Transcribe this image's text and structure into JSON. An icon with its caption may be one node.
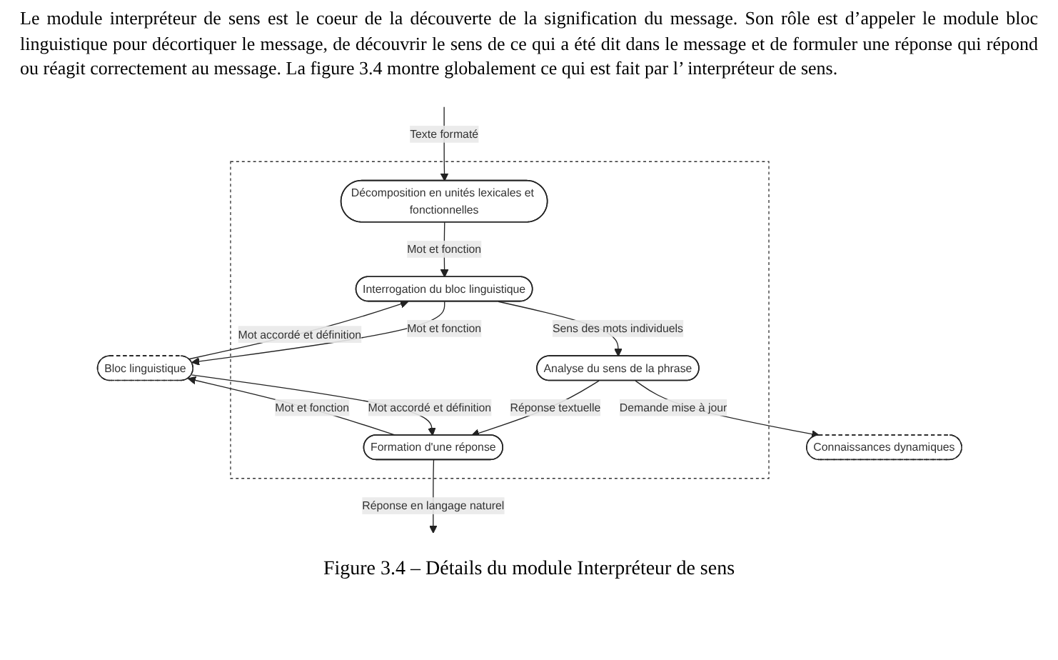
{
  "diagram": {
    "caption": "Figure 3.4 – Détails du module Interpréteur de sens",
    "nodes": [
      {
        "text": [],
        "shape": "box"
      },
      {
        "text": [
          "Décomposition en unités lexicales et fonctionnelles"
        ],
        "in": 0
      },
      {
        "text": [
          "Interrogation du bloc linguistique"
        ],
        "in": 0
      },
      {
        "text": [
          "Analyse du sens de la phrase"
        ],
        "in": 0
      },
      {
        "text": [
          "Formation d'une réponse"
        ],
        "in": 0
      },
      {
        "text": [
          "Bloc linguistique"
        ]
      },
      {
        "text": [
          "Connaissances dynamiques"
        ]
      }
    ],
    "edges": [
      {
        "from": null,
        "to": 1,
        "arrow": "to",
        "label": "Texte formaté"
      },
      {
        "from": 1,
        "to": 2,
        "arrow": "to",
        "label": "Mot et fonction"
      },
      {
        "from": 5,
        "to": 2,
        "arrow": "to",
        "label": "Mot accordé et définition"
      },
      {
        "from": 2,
        "to": 5,
        "arrow": "to",
        "label": "Mot et fonction"
      },
      {
        "from": 2,
        "to": 3,
        "arrow": "to",
        "label": "Sens des mots individuels"
      },
      {
        "from": 3,
        "to": 6,
        "arrow": "to",
        "label": "Demande mise à jour"
      },
      {
        "from": 3,
        "to": 4,
        "arrow": "to",
        "label": "Réponse textuelle"
      },
      {
        "from": 4,
        "to": 5,
        "arrow": "to",
        "label": "Mot et fonction"
      },
      {
        "from": 5,
        "to": 4,
        "arrow": "to",
        "label": "Mot accordé et définition"
      },
      {
        "from": 4,
        "to": null,
        "arrow": "to",
        "label": "Réponse en langage naturel"
      }
    ],
    "labels": [
      "Le module interpréteur de sens est le coeur de la découverte de la signification du message. Son rôle est d’appeler le module bloc linguistique pour décortiquer le message, de découvrir le sens de ce qui a été dit dans le message et de formuler une réponse qui répond ou réagit correctement au message. La figure 3.4 montre globalement ce qui est fait par l’ interpréteur de sens."
    ]
  }
}
